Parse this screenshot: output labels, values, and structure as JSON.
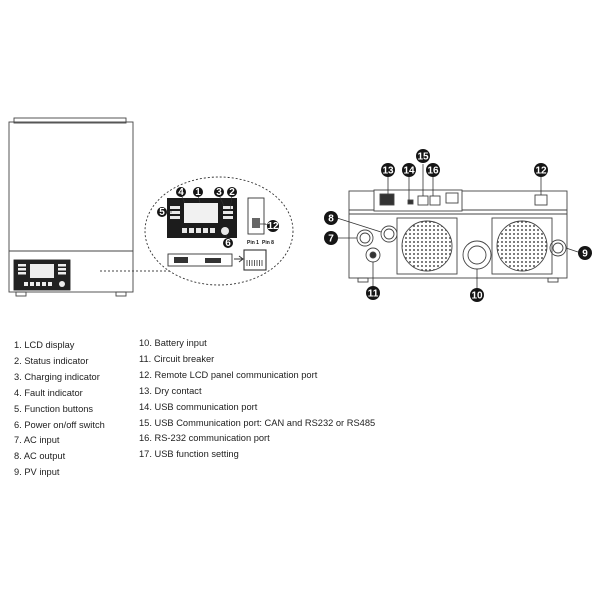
{
  "callouts": {
    "left_detail": [
      "1",
      "2",
      "3",
      "4",
      "5",
      "6",
      "12"
    ],
    "rear_panel": [
      "7",
      "8",
      "9",
      "10",
      "11",
      "12",
      "13",
      "14",
      "15",
      "16"
    ]
  },
  "pin_labels": {
    "pin1": "Pin 1",
    "pin8": "Pin 8"
  },
  "legend_left": [
    "1. LCD display",
    "2. Status indicator",
    "3. Charging indicator",
    "4. Fault indicator",
    "5. Function buttons",
    "6. Power on/off switch",
    "7. AC input",
    "8. AC output",
    "9. PV input"
  ],
  "legend_right": [
    "10. Battery input",
    "11. Circuit breaker",
    "12. Remote LCD panel communication port",
    "13. Dry contact",
    "14. USB communication port",
    "15. USB Communication port: CAN and RS232 or RS485",
    "16. RS-232 communication port",
    "17. USB function setting"
  ]
}
